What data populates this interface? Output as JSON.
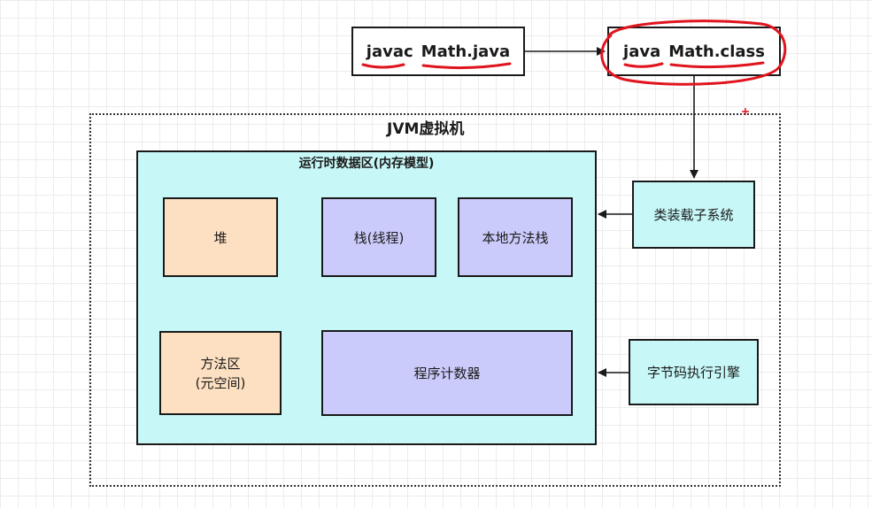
{
  "commands": {
    "compile": {
      "word1": "javac",
      "word2": "Math.java"
    },
    "run": {
      "word1": "java",
      "word2": "Math.class"
    }
  },
  "jvm": {
    "title": "JVM虚拟机",
    "runtime_data_area": {
      "title": "运行时数据区(内存模型)",
      "heap": "堆",
      "stack": "栈(线程)",
      "native_stack": "本地方法栈",
      "method_area_line1": "方法区",
      "method_area_line2": "(元空间)",
      "program_counter": "程序计数器"
    },
    "class_loader": "类装载子系统",
    "execution_engine": "字节码执行引擎"
  },
  "colors": {
    "orange_fill": "#fde0c1",
    "purple_fill": "#cbcbfb",
    "cyan_fill": "#c7f7f7",
    "annotation_red": "#e0141e"
  }
}
